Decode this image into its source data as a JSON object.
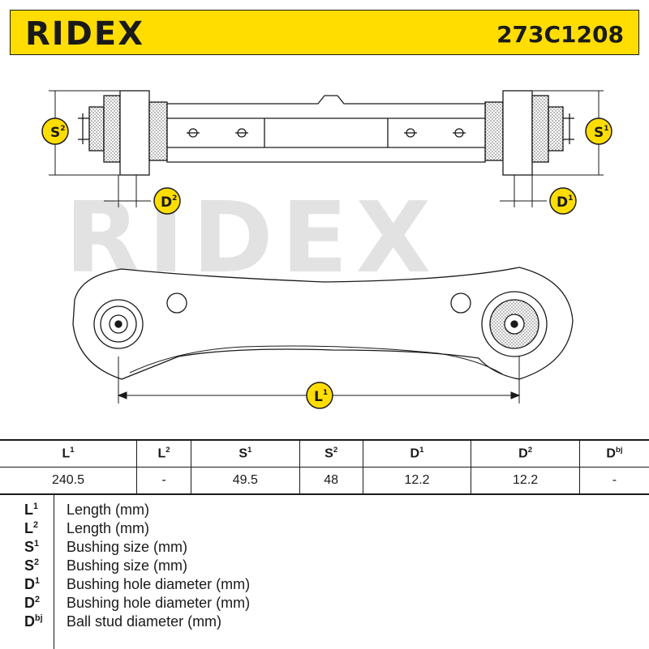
{
  "header": {
    "brand": "RIDEX",
    "part_number": "273C1208"
  },
  "watermark": "RIDEX",
  "drawing_labels": {
    "s2": {
      "base": "S",
      "sup": "2"
    },
    "s1": {
      "base": "S",
      "sup": "1"
    },
    "d2": {
      "base": "D",
      "sup": "2"
    },
    "d1": {
      "base": "D",
      "sup": "1"
    },
    "l1": {
      "base": "L",
      "sup": "1"
    }
  },
  "specs": {
    "headers": [
      {
        "base": "L",
        "sup": "1"
      },
      {
        "base": "L",
        "sup": "2"
      },
      {
        "base": "S",
        "sup": "1"
      },
      {
        "base": "S",
        "sup": "2"
      },
      {
        "base": "D",
        "sup": "1"
      },
      {
        "base": "D",
        "sup": "2"
      },
      {
        "base": "D",
        "sup": "bj"
      }
    ],
    "values": [
      "240.5",
      "-",
      "49.5",
      "48",
      "12.2",
      "12.2",
      "-"
    ]
  },
  "legend": [
    {
      "base": "L",
      "sup": "1",
      "desc": "Length (mm)"
    },
    {
      "base": "L",
      "sup": "2",
      "desc": "Length (mm)"
    },
    {
      "base": "S",
      "sup": "1",
      "desc": "Bushing size (mm)"
    },
    {
      "base": "S",
      "sup": "2",
      "desc": "Bushing size (mm)"
    },
    {
      "base": "D",
      "sup": "1",
      "desc": "Bushing hole diameter (mm)"
    },
    {
      "base": "D",
      "sup": "2",
      "desc": "Bushing hole diameter (mm)"
    },
    {
      "base": "D",
      "sup": "bj",
      "desc": "Ball stud diameter (mm)"
    }
  ],
  "colors": {
    "brand_yellow": "#ffdd00",
    "ink": "#1a1a1a",
    "watermark": "#e2e2e2"
  }
}
